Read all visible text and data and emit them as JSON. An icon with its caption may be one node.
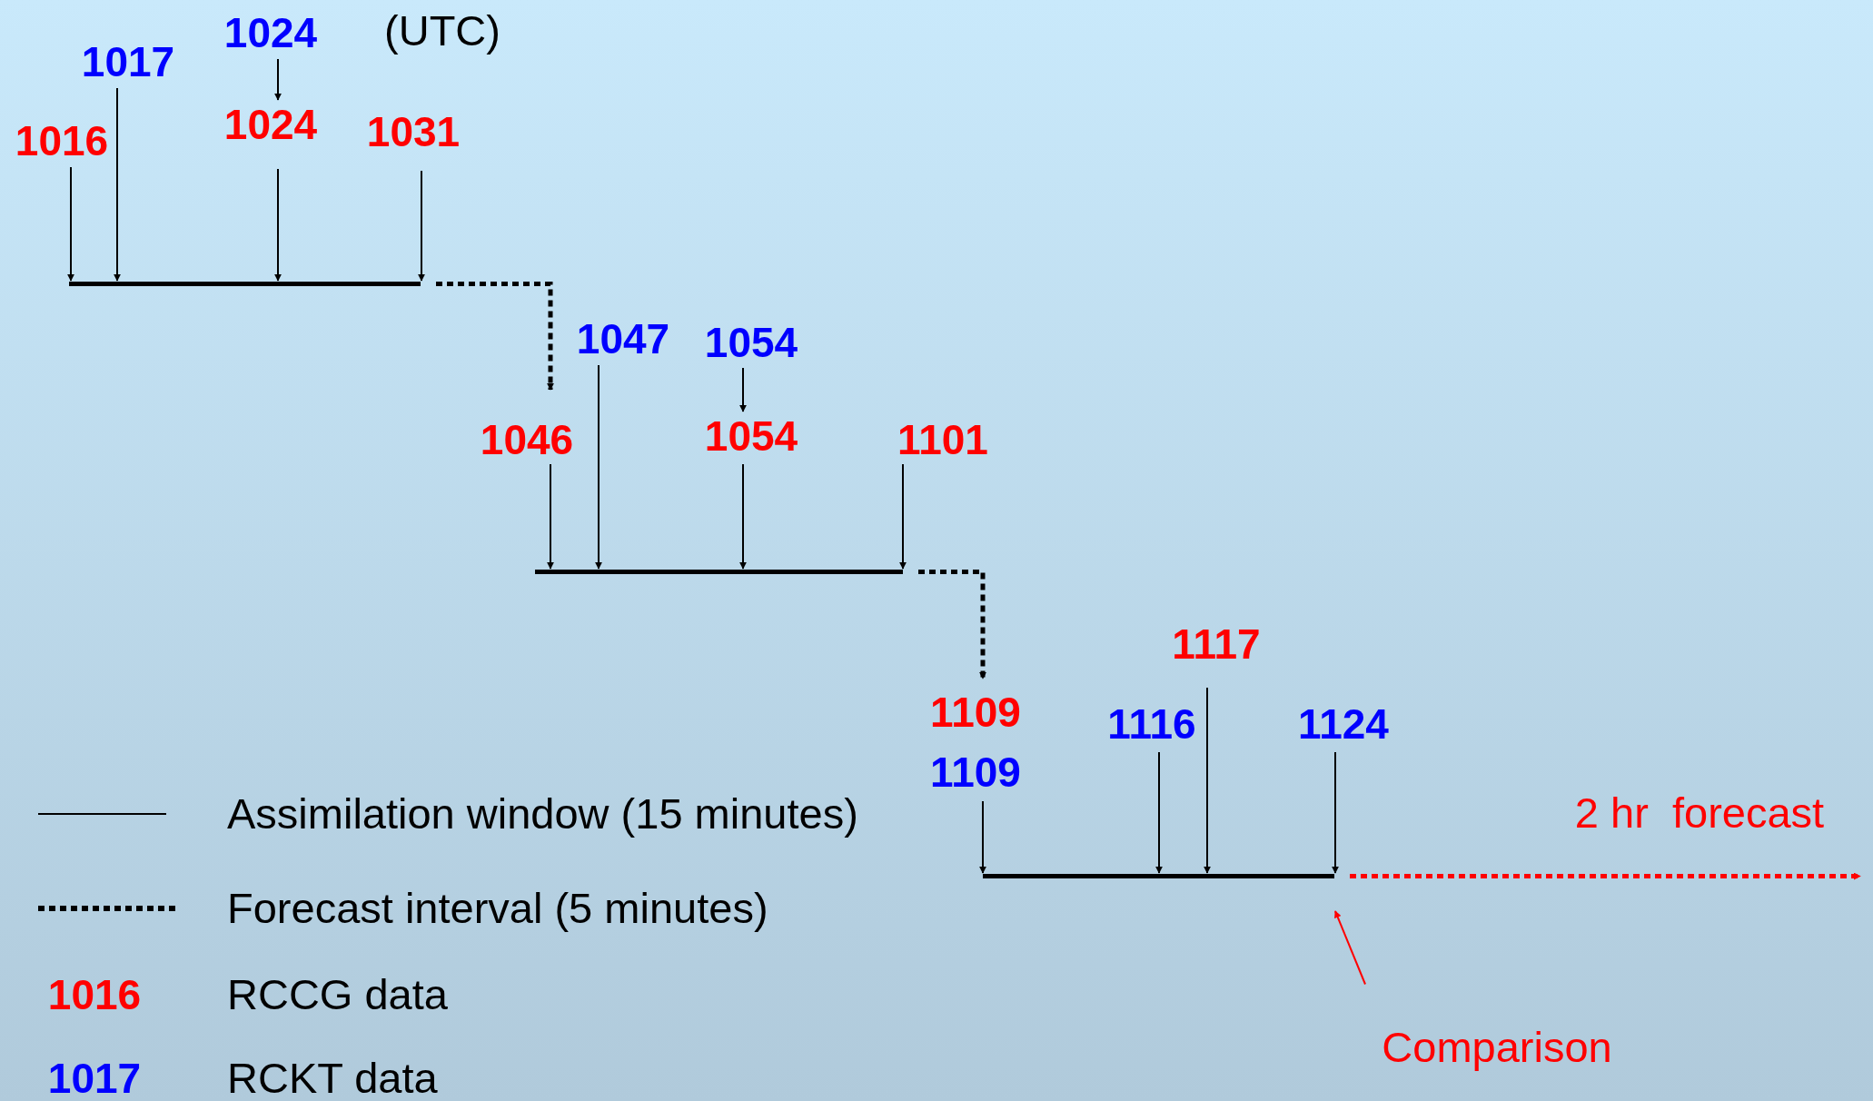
{
  "diagram": {
    "nodes": [
      {
        "text": [
          "1017"
        ]
      },
      {
        "text": [
          "1024"
        ]
      },
      {
        "text": [
          "1016"
        ]
      },
      {
        "text": [
          "1024"
        ]
      },
      {
        "text": [
          "1031"
        ]
      },
      {
        "text": [],
        "shape": "bar"
      },
      {
        "text": [
          "1047"
        ]
      },
      {
        "text": [
          "1054"
        ]
      },
      {
        "text": [
          "1046"
        ]
      },
      {
        "text": [
          "1054"
        ]
      },
      {
        "text": [
          "1101"
        ]
      },
      {
        "text": [],
        "shape": "bar"
      },
      {
        "text": [
          "1117"
        ]
      },
      {
        "text": [
          "1109"
        ]
      },
      {
        "text": [
          "1109"
        ]
      },
      {
        "text": [
          "1116"
        ]
      },
      {
        "text": [
          "1124"
        ]
      },
      {
        "text": [],
        "shape": "bar"
      },
      {
        "text": [
          "Comparison"
        ]
      }
    ],
    "edges": [
      {
        "from": 1,
        "to": 3,
        "arrow": "to"
      },
      {
        "from": 2,
        "to": 5,
        "arrow": "to"
      },
      {
        "from": 0,
        "to": 5,
        "arrow": "to"
      },
      {
        "from": 3,
        "to": 5,
        "arrow": "to"
      },
      {
        "from": 4,
        "to": 5,
        "arrow": "to"
      },
      {
        "from": 5,
        "to": 8,
        "arrow": "to",
        "style": "dashed"
      },
      {
        "from": 7,
        "to": 9,
        "arrow": "to"
      },
      {
        "from": 8,
        "to": 11,
        "arrow": "to"
      },
      {
        "from": 6,
        "to": 11,
        "arrow": "to"
      },
      {
        "from": 9,
        "to": 11,
        "arrow": "to"
      },
      {
        "from": 10,
        "to": 11,
        "arrow": "to"
      },
      {
        "from": 11,
        "to": 13,
        "arrow": "to",
        "style": "dashed"
      },
      {
        "from": 14,
        "to": 17,
        "arrow": "to"
      },
      {
        "from": 15,
        "to": 17,
        "arrow": "to"
      },
      {
        "from": 12,
        "to": 17,
        "arrow": "to"
      },
      {
        "from": 16,
        "to": 17,
        "arrow": "to"
      },
      {
        "from": 17,
        "to": null,
        "arrow": "to",
        "style": "dashed",
        "color": "#ff0000",
        "label": "2 hr  forecast"
      },
      {
        "from": 18,
        "to": 17,
        "arrow": "to",
        "color": "#ff0000"
      }
    ],
    "labels": [
      "(UTC)",
      "1016",
      "1017"
    ],
    "legend": [
      {
        "text": "Assimilation window (15 minutes)"
      },
      {
        "text": "Forecast interval (5 minutes)"
      },
      {
        "text": "RCCG data",
        "color": "#ff0000"
      },
      {
        "text": "RCKT data",
        "color": "#0000ff"
      }
    ]
  }
}
